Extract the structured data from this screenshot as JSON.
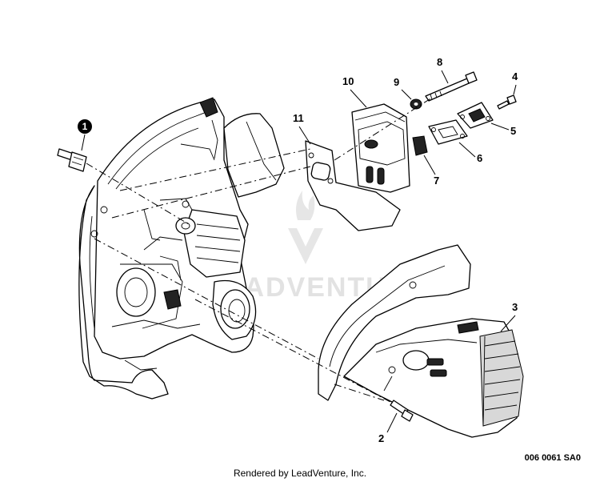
{
  "diagram": {
    "callouts": [
      {
        "id": "1",
        "label": "1"
      },
      {
        "id": "2",
        "label": "2"
      },
      {
        "id": "3",
        "label": "3"
      },
      {
        "id": "4",
        "label": "4"
      },
      {
        "id": "5",
        "label": "5"
      },
      {
        "id": "6",
        "label": "6"
      },
      {
        "id": "7",
        "label": "7"
      },
      {
        "id": "8",
        "label": "8"
      },
      {
        "id": "9",
        "label": "9"
      },
      {
        "id": "10",
        "label": "10"
      },
      {
        "id": "11",
        "label": "11"
      }
    ],
    "watermark_text": "LEADVENTURE",
    "drawing_number": "006 0061 SA0"
  },
  "footer": {
    "credit": "Rendered by LeadVenture, Inc."
  },
  "colors": {
    "line": "#000000",
    "background": "#ffffff",
    "watermark": "#e2e2e2"
  }
}
